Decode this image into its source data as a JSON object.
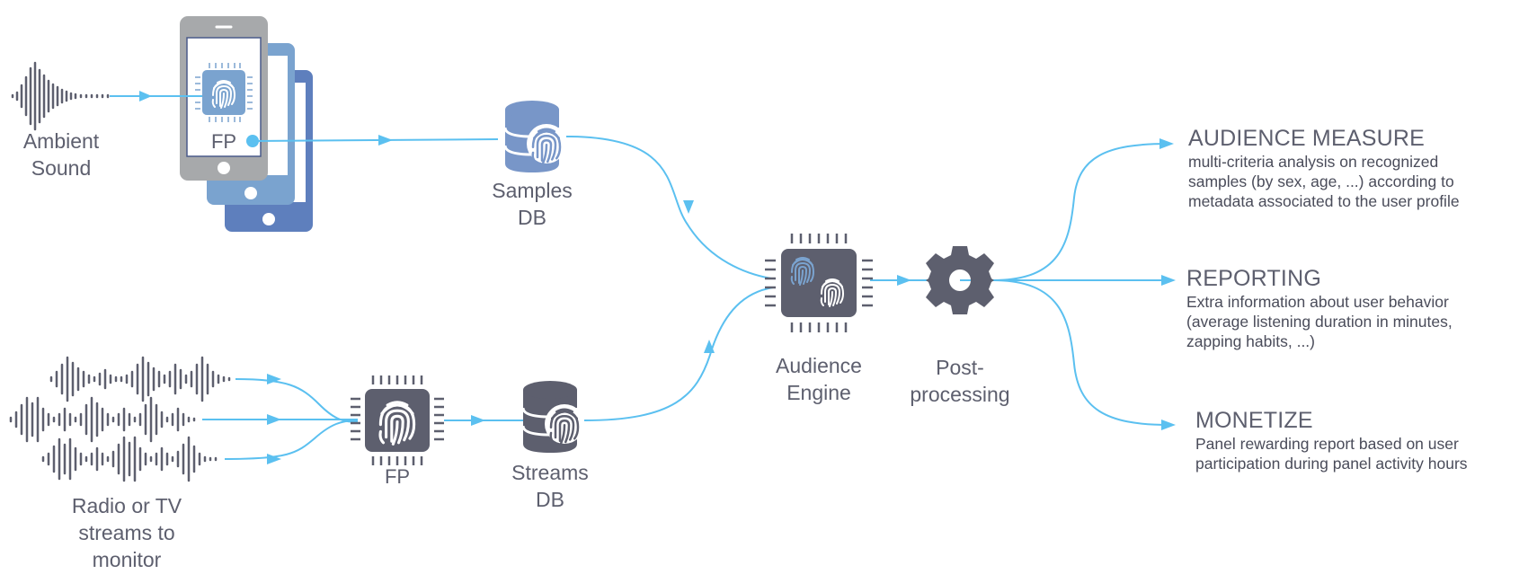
{
  "labels": {
    "ambient": [
      "Ambient",
      "Sound"
    ],
    "phone_fp": "FP",
    "samples_db": [
      "Samples",
      "DB"
    ],
    "streams": [
      "Radio or TV",
      "streams to",
      "monitor"
    ],
    "stream_fp": "FP",
    "streams_db": [
      "Streams",
      "DB"
    ],
    "audience_engine": [
      "Audience",
      "Engine"
    ],
    "post_processing": [
      "Post-",
      "processing"
    ]
  },
  "outputs": [
    {
      "title": "AUDIENCE MEASURE",
      "lines": [
        "multi-criteria analysis on recognized",
        "samples (by sex, age, ...) according to",
        "metadata associated to the user profile"
      ]
    },
    {
      "title": "REPORTING",
      "lines": [
        "Extra information about user behavior",
        "(average listening duration in minutes,",
        "zapping habits, ...)"
      ]
    },
    {
      "title": "MONETIZE",
      "lines": [
        "Panel rewarding report based on user",
        "participation during panel activity  hours"
      ]
    }
  ],
  "colors": {
    "flow": "#5bc0f0",
    "chip": "#5d5f6e",
    "phone_gray": "#a7a9ab",
    "phone_blue": "#7aa3cf",
    "phone_dark": "#5e7fbd",
    "db": "#7896c8"
  },
  "icons": [
    "sound-wave-icon",
    "smartphone-icon",
    "fingerprint-icon",
    "database-icon",
    "chip-icon",
    "gear-icon",
    "arrow-icon"
  ]
}
